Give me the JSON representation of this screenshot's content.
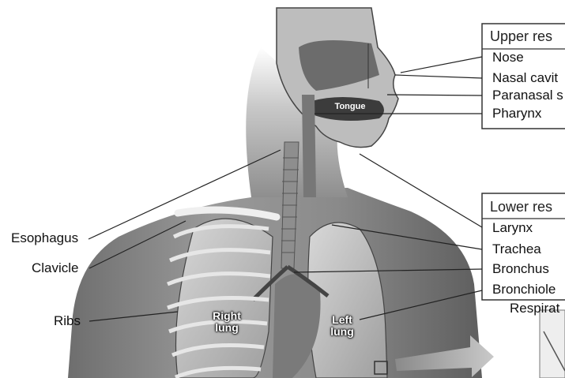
{
  "upper_box": {
    "title": "Upper res",
    "items": [
      "Nose",
      "Nasal cavit",
      "Paranasal s",
      "Pharynx"
    ]
  },
  "lower_box": {
    "title": "Lower res",
    "items": [
      "Larynx",
      "Trachea",
      "Bronchus",
      "Bronchiole"
    ]
  },
  "respirat_label": "Respirat",
  "left_labels": [
    "Esophagus",
    "Clavicle",
    "Ribs"
  ],
  "organ_labels": {
    "tongue": "Tongue",
    "right_lung_line1": "Right",
    "right_lung_line2": "lung",
    "left_lung_line1": "Left",
    "left_lung_line2": "lung"
  }
}
